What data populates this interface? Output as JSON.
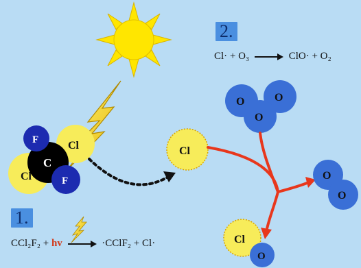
{
  "step1": {
    "badge": "1.",
    "reactant": "CCl₂F₂",
    "plus1": "+",
    "photon": "hv",
    "product1": "·CClF₂",
    "plus2": "+",
    "product2": "Cl·"
  },
  "step2": {
    "badge": "2.",
    "reactant1": "Cl·",
    "plus1": "+",
    "reactant2": "O₃",
    "product1": "ClO·",
    "plus2": "+",
    "product2": "O₂"
  },
  "atoms": {
    "carbon": "C",
    "fluorine": "F",
    "chlorine": "Cl",
    "oxygen": "O"
  },
  "colors": {
    "background": "#b9dcf4",
    "sun": "#ffe600",
    "chlorine": "#f7ec5a",
    "fluorine": "#1c2bb0",
    "carbon": "#000000",
    "oxygen": "#3a6fd6",
    "reaction_arrow": "#e8371c",
    "badge": "#4a8fe0"
  },
  "icons": {
    "sun": "sun-icon",
    "lightning": "lightning-bolt-icon"
  }
}
